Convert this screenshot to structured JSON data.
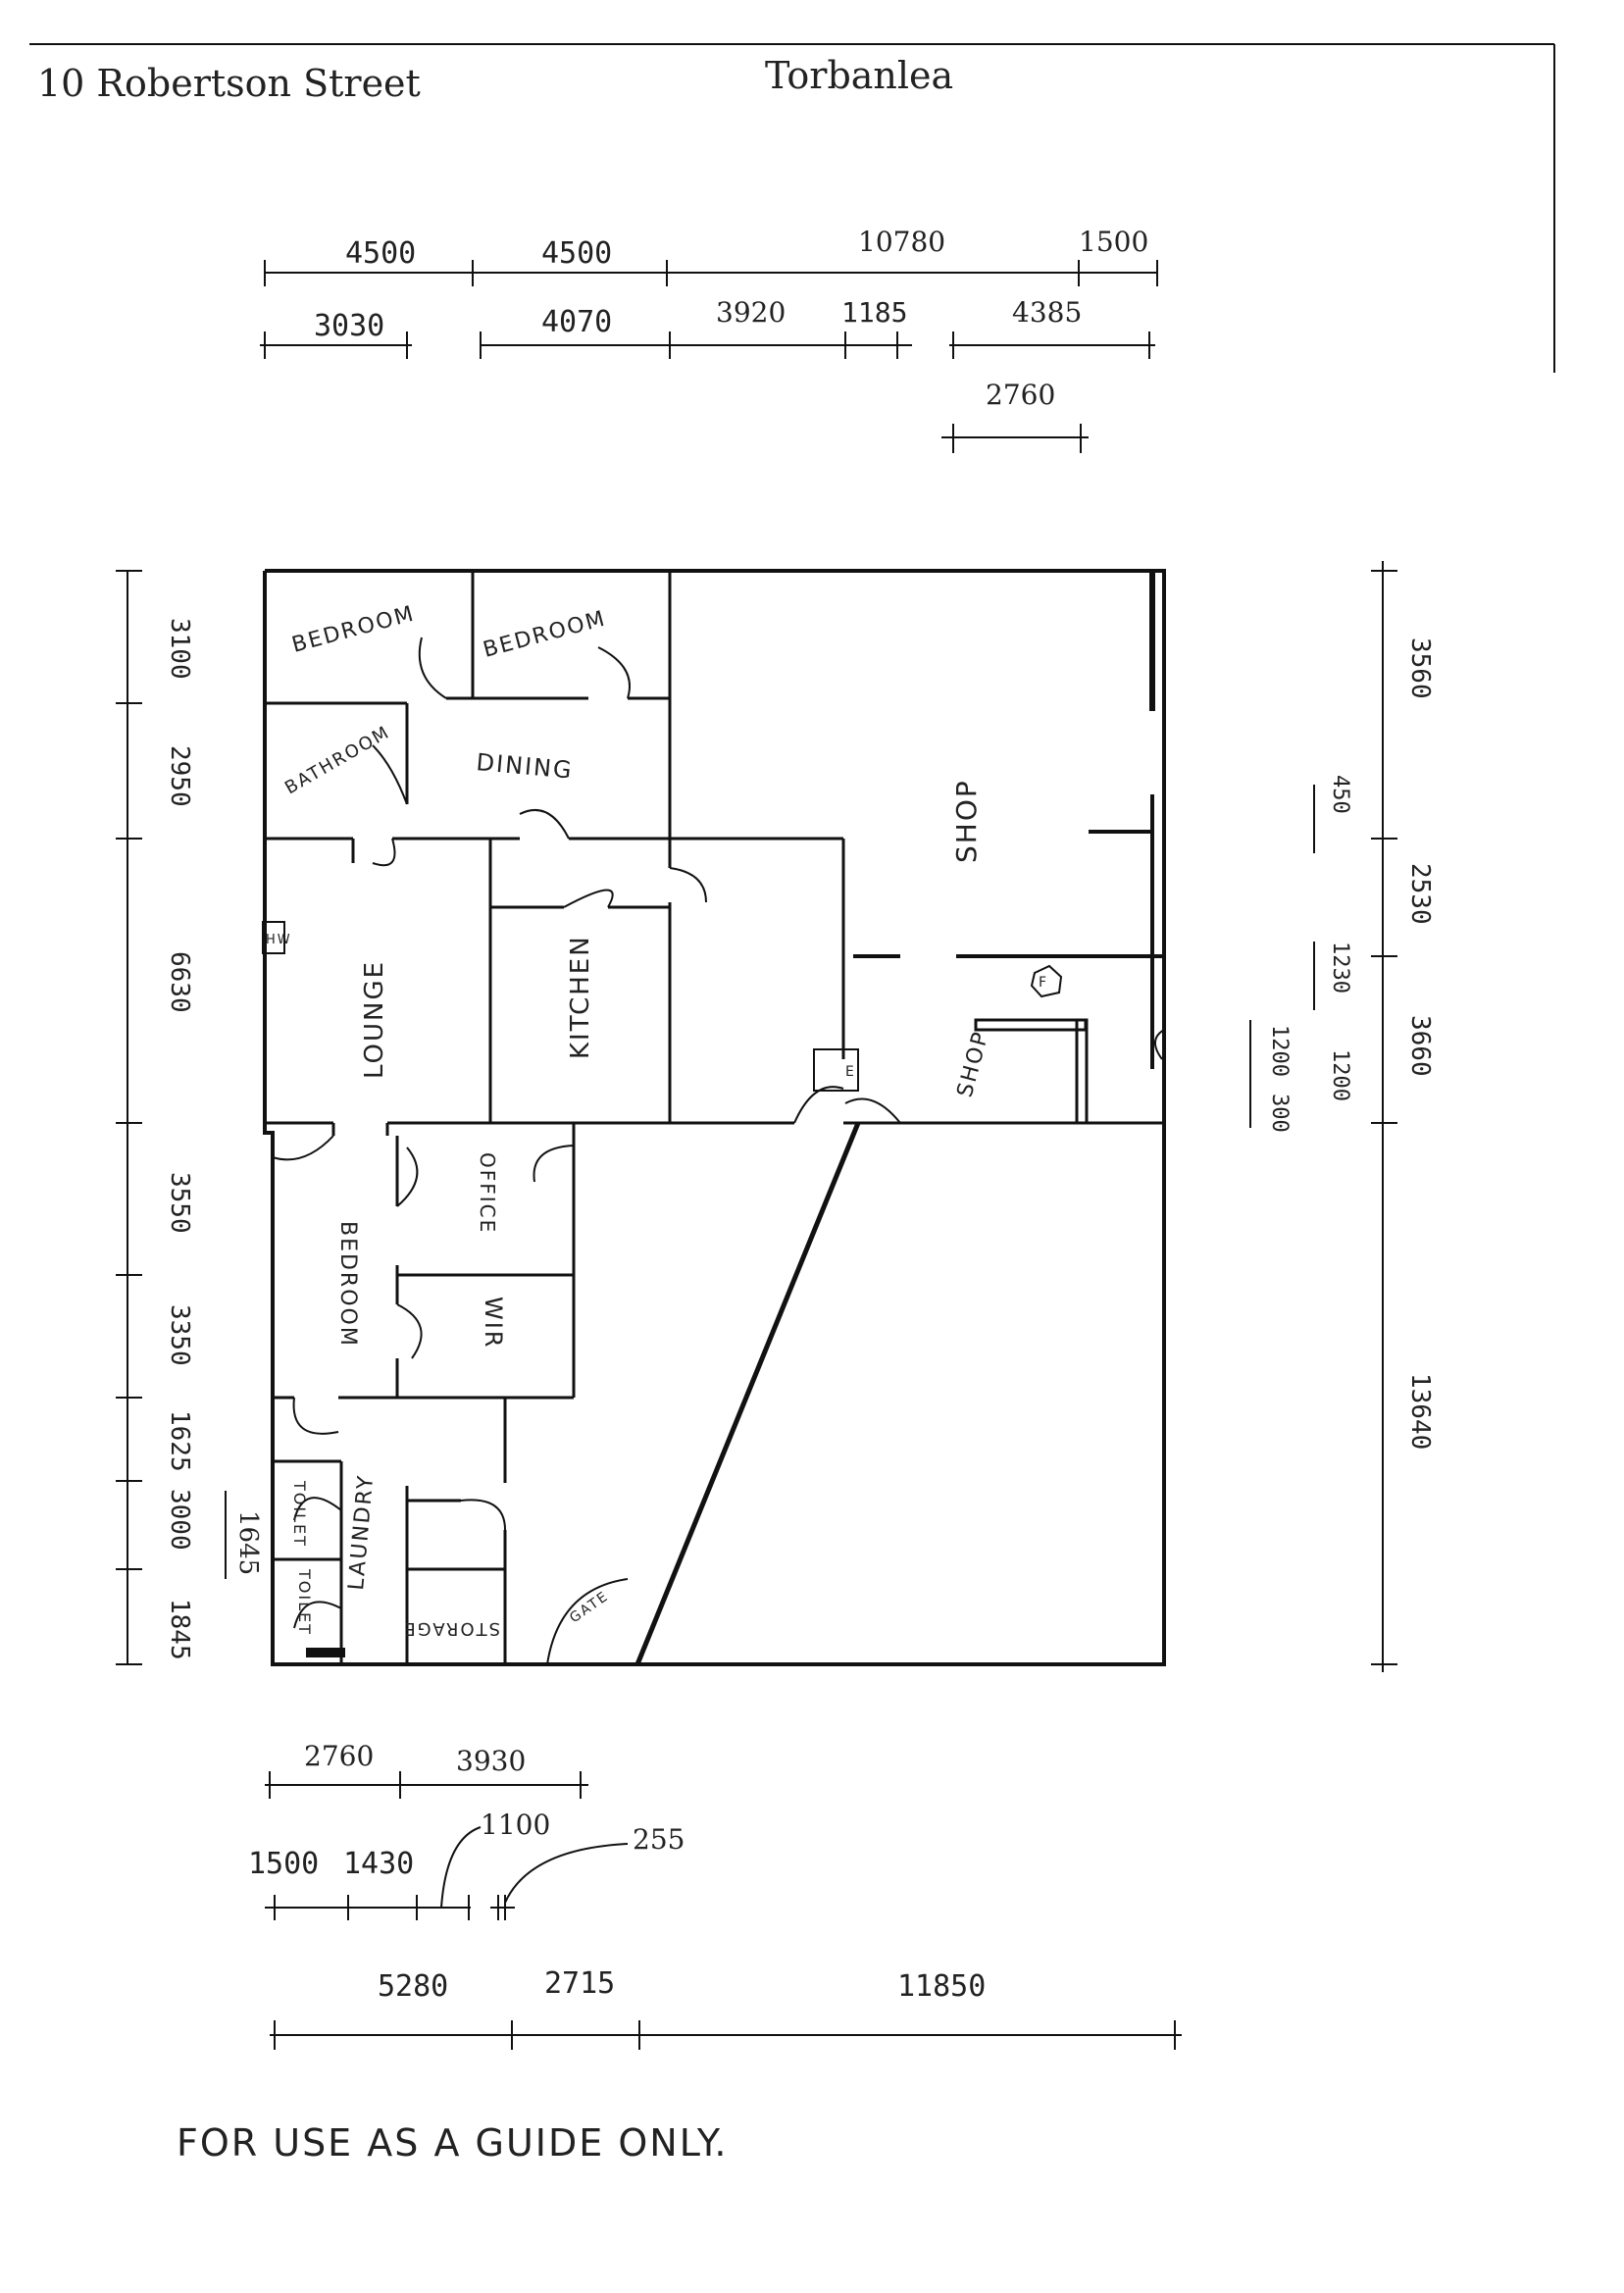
{
  "header": {
    "address": "10 Robertson Street",
    "town": "Torbanlea"
  },
  "rooms": {
    "bedroom1": "BEDROOM",
    "bedroom2": "BEDROOM",
    "bathroom": "BATHROOM",
    "dining": "DINING",
    "lounge": "LOUNGE",
    "kitchen": "KITCHEN",
    "shop_main": "SHOP",
    "shop_small": "SHOP",
    "office": "OFFICE",
    "bedroom3": "BEDROOM",
    "wir": "WIR",
    "laundry": "LAUNDRY",
    "toilet1": "TOILET",
    "toilet2": "TOILET",
    "storage": "STORAGE",
    "gate_label": "GATE",
    "fridge_symbol": "F",
    "meter_symbol": "E",
    "heater_symbol": "HW"
  },
  "top_dims": {
    "row1": [
      "4500",
      "4500",
      "10780",
      "1500"
    ],
    "row2": [
      "3030",
      "4070",
      "3920",
      "1185",
      "4385"
    ],
    "row3": [
      "2760"
    ]
  },
  "left_dims": [
    "3100",
    "2950",
    "6630",
    "3550",
    "3350",
    "1625",
    "3000",
    "1845"
  ],
  "left_note": "1645",
  "right_dims": {
    "main": [
      "3560",
      "2530",
      "3660",
      "13640"
    ],
    "small": [
      "450",
      "1230",
      "1200",
      "1200",
      "300"
    ]
  },
  "bottom_dims": {
    "row1": [
      "2760",
      "3930"
    ],
    "row2": [
      "1500",
      "1430",
      "1100",
      "255"
    ],
    "row3": [
      "5280",
      "2715",
      "11850"
    ]
  },
  "footer": "FOR USE AS A GUIDE ONLY."
}
